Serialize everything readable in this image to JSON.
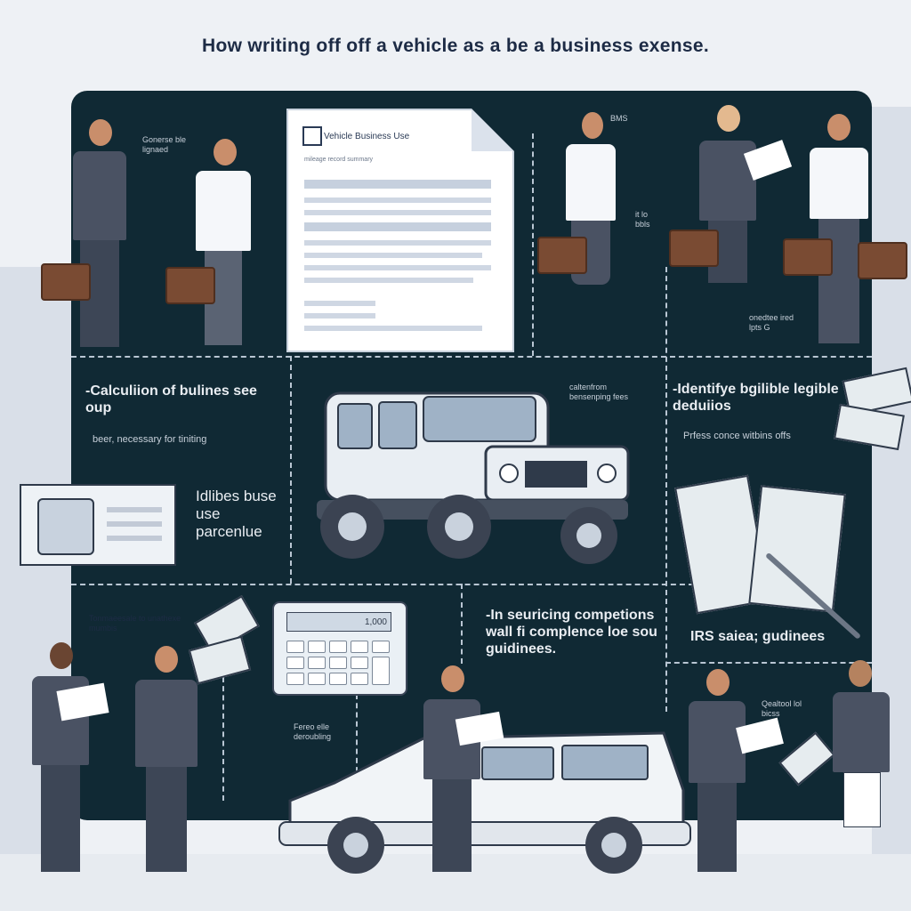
{
  "title": "How writing off off a vehicle as a be a business exense.",
  "document": {
    "title": "Vehicle Business Use",
    "subtitle": "mileage record summary"
  },
  "labels": {
    "tl_note": "Gonerse ble lignaed",
    "right_note_top": "BMS",
    "right_note_mid1": "it lo bbls",
    "right_note_mid2": "onedtee ired lpts G",
    "calc_heading": "-Calculiion of bulines see oup",
    "calc_sub": "beer, necessary for tiniting",
    "jeep_note": "caltenfrom bensenping fees",
    "identify_heading": "-Identifye bgilible legible deduiios",
    "identify_sub": "Prfess conce witbins offs",
    "card_text": "Idlibes buse use parcenlue",
    "calc_note": "Tonmaeesale to unathexe mumbis",
    "securing": "-In seuricing competions wall fi complence loe sou guidinees.",
    "irs": "IRS saiea; gudinees",
    "bottom_note": "Fereo elle deroubling",
    "right_bottom_note": "Qealtool lol bicss",
    "calc_screen": "1,000"
  },
  "colors": {
    "board": "#102934",
    "background": "#eef1f5",
    "suit_dark": "#3d4656",
    "tie_red": "#c8343b"
  }
}
